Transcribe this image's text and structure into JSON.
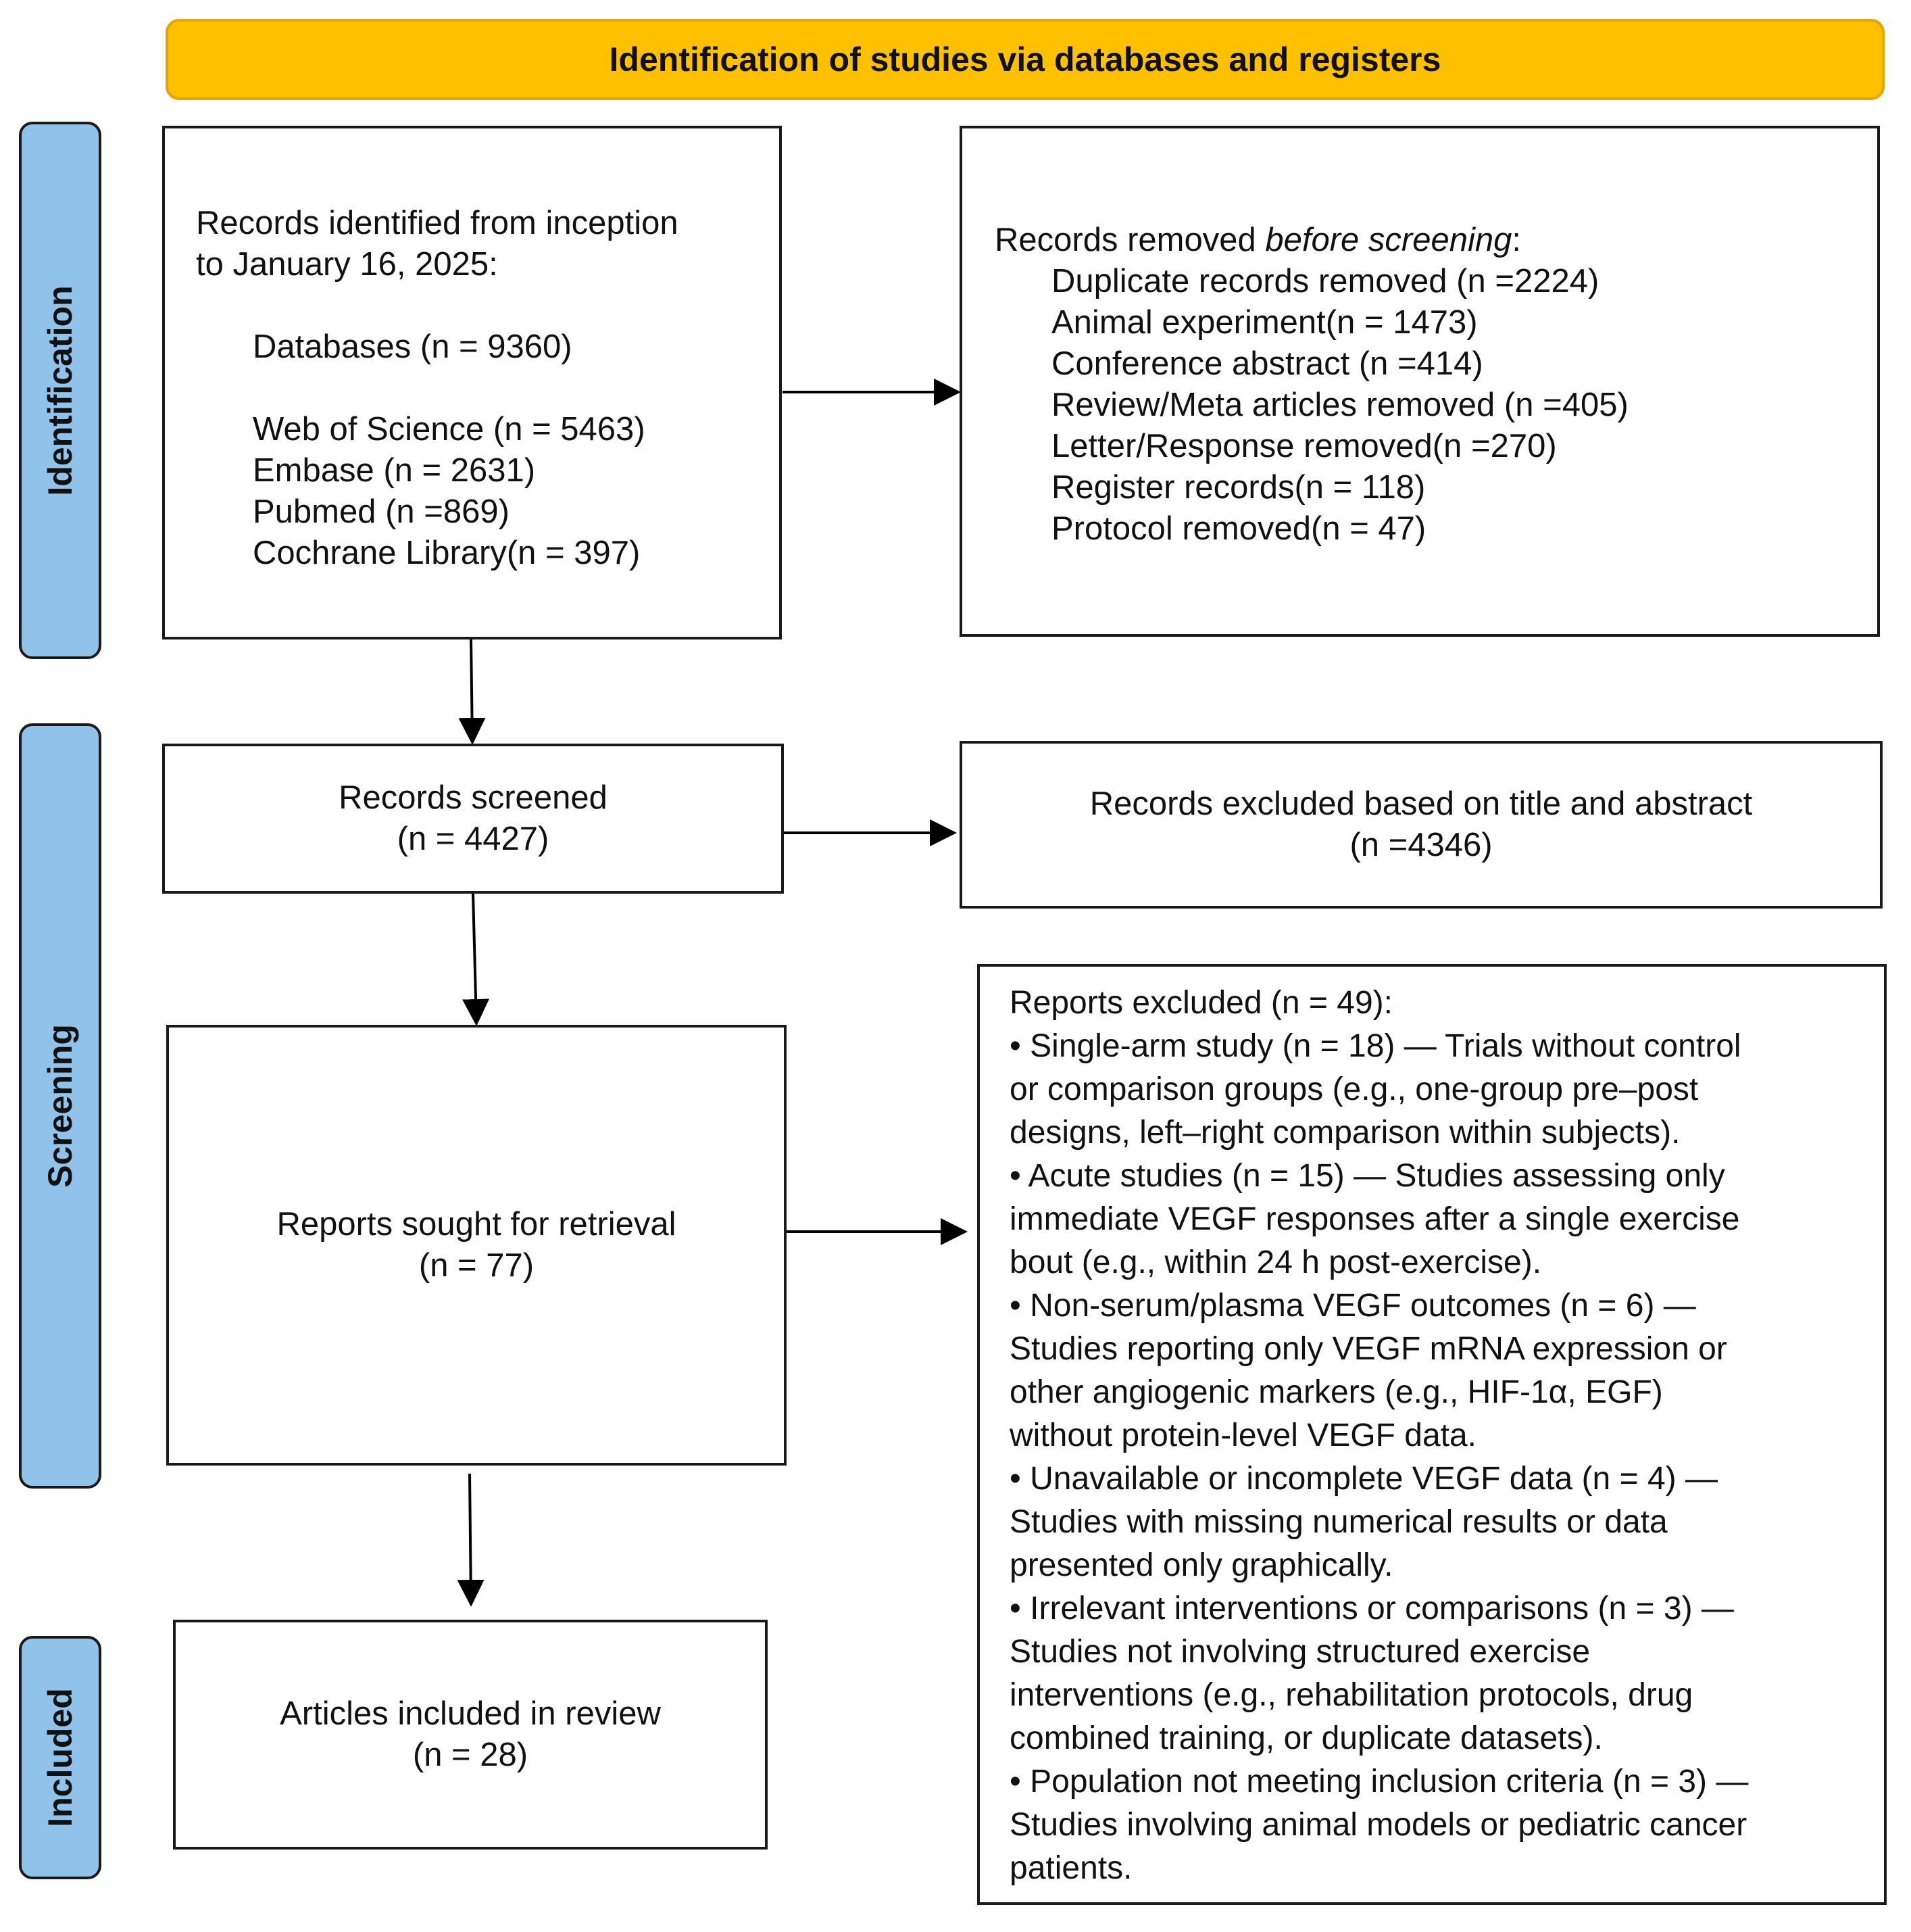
{
  "header": {
    "title": "Identification of studies via databases and registers"
  },
  "phases": {
    "identification": "Identification",
    "screening": "Screening",
    "included": "Included"
  },
  "identified_box": {
    "title_line1": "Records identified from inception",
    "title_line2": "to January 16, 2025:",
    "databases": "Databases (n = 9360)",
    "sources": [
      "Web of Science (n = 5463)",
      "Embase (n = 2631)",
      "Pubmed (n =869)",
      "Cochrane Library(n = 397)"
    ]
  },
  "removed_box": {
    "title_prefix": "Records removed ",
    "title_italic": "before screening",
    "title_suffix": ":",
    "items": [
      "Duplicate records removed  (n =2224)",
      "Animal experiment(n = 1473)",
      "Conference abstract (n =414)",
      "Review/Meta articles removed (n =405)",
      "Letter/Response removed(n =270)",
      "Register records(n = 118)",
      "Protocol removed(n = 47)"
    ]
  },
  "screened_box": {
    "line1": "Records screened",
    "line2": "(n = 4427)"
  },
  "excluded_title_box": {
    "line1": "Records excluded based on title and abstract",
    "line2": "(n =4346)"
  },
  "retrieval_box": {
    "line1": "Reports sought for retrieval",
    "line2": "(n = 77)"
  },
  "included_box": {
    "line1": "Articles included in review",
    "line2": "(n = 28)"
  },
  "reports_excluded": {
    "title": "Reports excluded (n = 49):",
    "lines": [
      " • Single-arm study (n = 18) — Trials without control",
      "or comparison groups (e.g., one-group pre–post",
      "designs, left–right comparison within subjects).",
      " • Acute studies (n = 15) — Studies assessing only",
      "immediate VEGF responses after a single exercise",
      "bout (e.g., within 24 h post-exercise).",
      " • Non-serum/plasma VEGF outcomes (n = 6) —",
      "Studies reporting only VEGF mRNA expression or",
      "other angiogenic markers (e.g., HIF-1α, EGF)",
      "without protein-level VEGF data.",
      " • Unavailable or incomplete VEGF data (n = 4) —",
      "Studies with missing numerical results or data",
      "presented only graphically.",
      "• Irrelevant interventions or comparisons (n = 3) —",
      "Studies not involving structured exercise",
      "interventions (e.g., rehabilitation protocols, drug",
      "combined training, or duplicate datasets).",
      "• Population not meeting inclusion criteria (n = 3) —",
      "Studies involving animal models or pediatric cancer",
      "patients."
    ]
  },
  "colors": {
    "header_fill": "#FFC000",
    "phase_fill": "#91C3EA",
    "border": "#1A1A1A"
  }
}
